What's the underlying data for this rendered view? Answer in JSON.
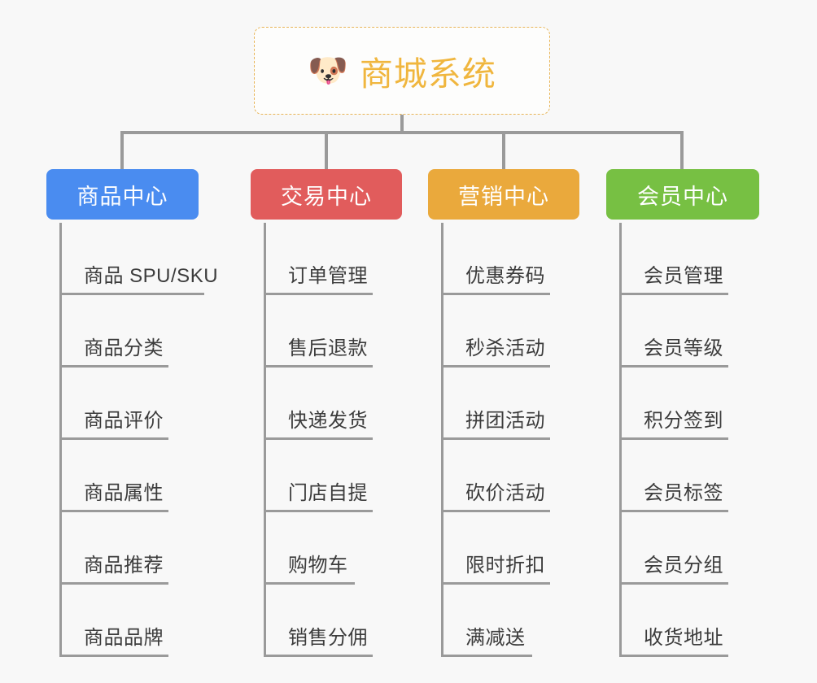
{
  "page": {
    "background_color": "#f8f8f8",
    "type": "mindmap",
    "line_color": "#9a9a9a"
  },
  "root": {
    "icon": "dog-face-icon",
    "emoji": "🐶",
    "title": "商城系统",
    "border_color": "#e8b558",
    "text_color": "#f0b63e"
  },
  "branches": [
    {
      "id": "product-center",
      "label": "商品中心",
      "color": "#4a8cf0",
      "items": [
        "商品 SPU/SKU",
        "商品分类",
        "商品评价",
        "商品属性",
        "商品推荐",
        "商品品牌"
      ]
    },
    {
      "id": "trade-center",
      "label": "交易中心",
      "color": "#e15c5c",
      "items": [
        "订单管理",
        "售后退款",
        "快递发货",
        "门店自提",
        "购物车",
        "销售分佣"
      ]
    },
    {
      "id": "marketing-center",
      "label": "营销中心",
      "color": "#eaa93c",
      "items": [
        "优惠券码",
        "秒杀活动",
        "拼团活动",
        "砍价活动",
        "限时折扣",
        "满减送"
      ]
    },
    {
      "id": "member-center",
      "label": "会员中心",
      "color": "#77c043",
      "items": [
        "会员管理",
        "会员等级",
        "积分签到",
        "会员标签",
        "会员分组",
        "收货地址"
      ]
    }
  ]
}
